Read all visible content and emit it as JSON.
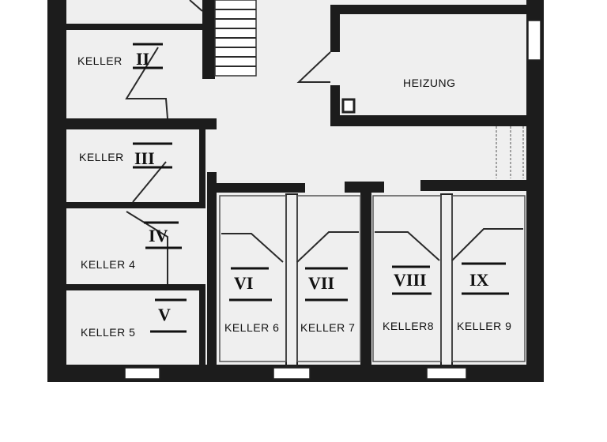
{
  "rooms": {
    "keller_2": {
      "label": "KELLER",
      "numeral": "II"
    },
    "keller_3": {
      "label": "KELLER",
      "numeral": "III"
    },
    "keller_4": {
      "label": "KELLER 4",
      "numeral": "IV"
    },
    "keller_5": {
      "label": "KELLER 5",
      "numeral": "V"
    },
    "keller_6": {
      "label": "KELLER 6",
      "numeral": "VI"
    },
    "keller_7": {
      "label": "KELLER 7",
      "numeral": "VII"
    },
    "keller_8": {
      "label": "KELLER8",
      "numeral": "VIII"
    },
    "keller_9": {
      "label": "KELLER 9",
      "numeral": "IX"
    },
    "heizung": {
      "label": "HEIZUNG"
    }
  },
  "colors": {
    "wall": "#1c1c1c",
    "paper": "#ffffff",
    "floor": "#efefef"
  }
}
